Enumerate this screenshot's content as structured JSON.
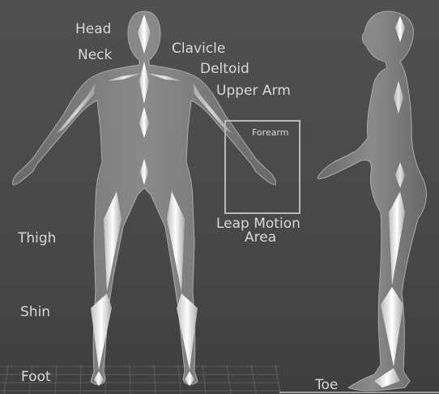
{
  "labels": {
    "head": "Head",
    "neck": "Neck",
    "clavicle": "Clavicle",
    "deltoid": "Deltoid",
    "upper_arm": "Upper Arm",
    "forearm": "Forearm",
    "leap_motion_line1": "Leap Motion",
    "leap_motion_line2": "Area",
    "thigh": "Thigh",
    "shin": "Shin",
    "foot": "Foot",
    "toe": "Toe"
  },
  "colors": {
    "background": "#4a4a4a",
    "label_text": "#d8d8d8",
    "body_mesh": "#8a8a8a",
    "bone_highlight": "#f2f2f2",
    "leap_box_border": "#b8b8b8"
  }
}
